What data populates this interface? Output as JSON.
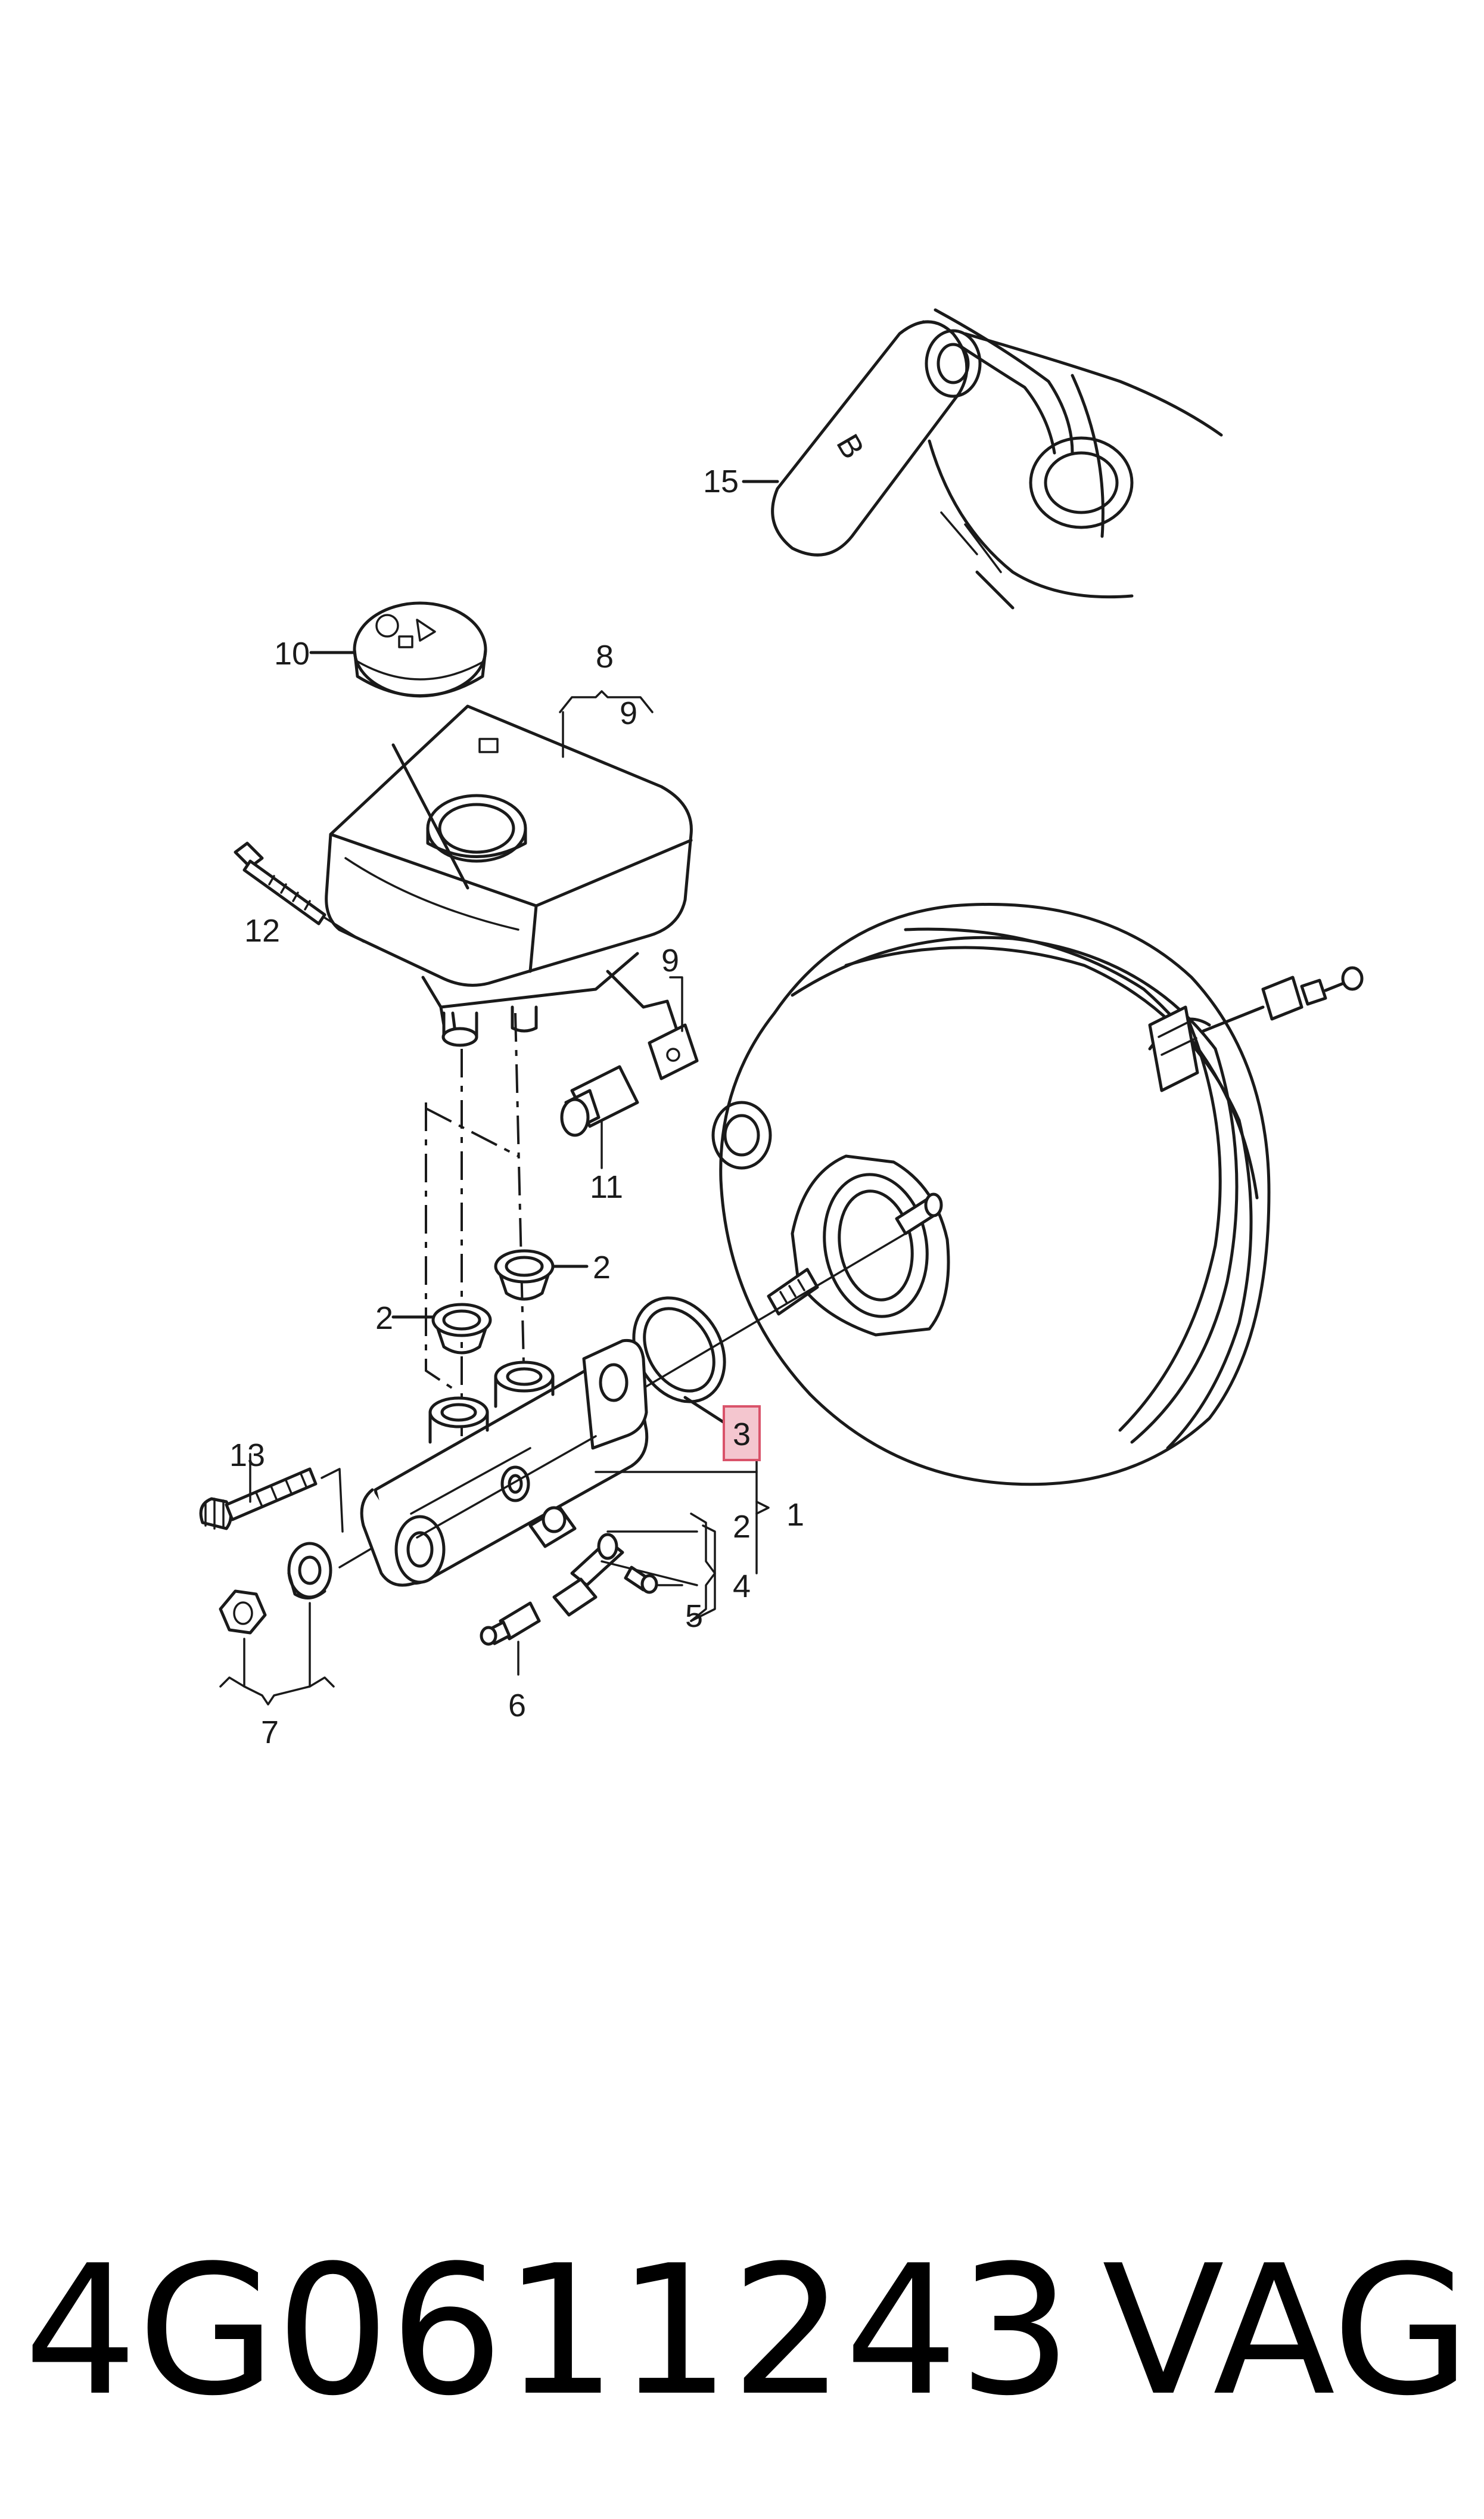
{
  "callouts": {
    "c1": "1",
    "c2a": "2",
    "c2b": "2",
    "c2c": "2",
    "c3": "3",
    "c4": "4",
    "c5": "5",
    "c6": "6",
    "c7": "7",
    "c8": "8",
    "c9a": "9",
    "c9b": "9",
    "c10": "10",
    "c11": "11",
    "c12": "12",
    "c13": "13",
    "c15": "15"
  },
  "detail_letter": "B",
  "footer": {
    "part_number": "4G0611243",
    "brand": "VAG"
  },
  "highlight_color": "#f4c6cf"
}
